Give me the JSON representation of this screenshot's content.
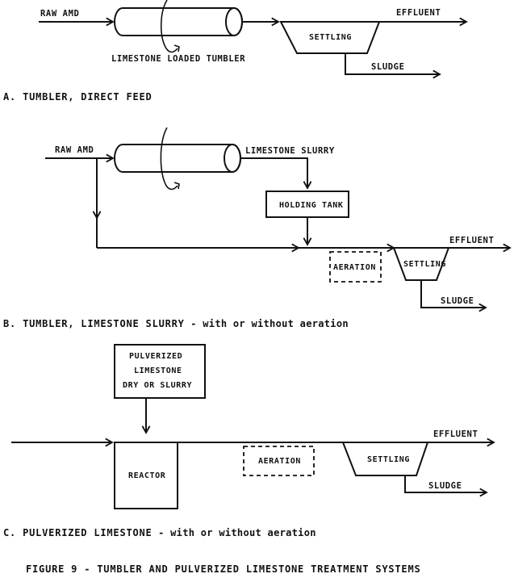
{
  "section_a": {
    "input_label": "RAW AMD",
    "tumbler_label": "LIMESTONE LOADED TUMBLER",
    "settling_label": "SETTLING",
    "effluent_label": "EFFLUENT",
    "sludge_label": "SLUDGE",
    "caption": "A. TUMBLER, DIRECT FEED"
  },
  "section_b": {
    "input_label": "RAW AMD",
    "slurry_label": "LIMESTONE SLURRY",
    "holding_tank_label": "HOLDING TANK",
    "aeration_label": "AERATION",
    "settling_label": "SETTLING",
    "effluent_label": "EFFLUENT",
    "sludge_label": "SLUDGE",
    "caption_main": "B. TUMBLER, LIMESTONE SLURRY",
    "caption_suffix": " - with or without aeration"
  },
  "section_c": {
    "feed_line1": "PULVERIZED",
    "feed_line2": "LIMESTONE",
    "feed_line3": "DRY OR SLURRY",
    "reactor_label": "REACTOR",
    "aeration_label": "AERATION",
    "settling_label": "SETTLING",
    "effluent_label": "EFFLUENT",
    "sludge_label": "SLUDGE",
    "caption_main": "C. PULVERIZED LIMESTONE",
    "caption_suffix": " - with or without aeration"
  },
  "figure_title": "FIGURE 9 - TUMBLER AND PULVERIZED LIMESTONE TREATMENT SYSTEMS"
}
